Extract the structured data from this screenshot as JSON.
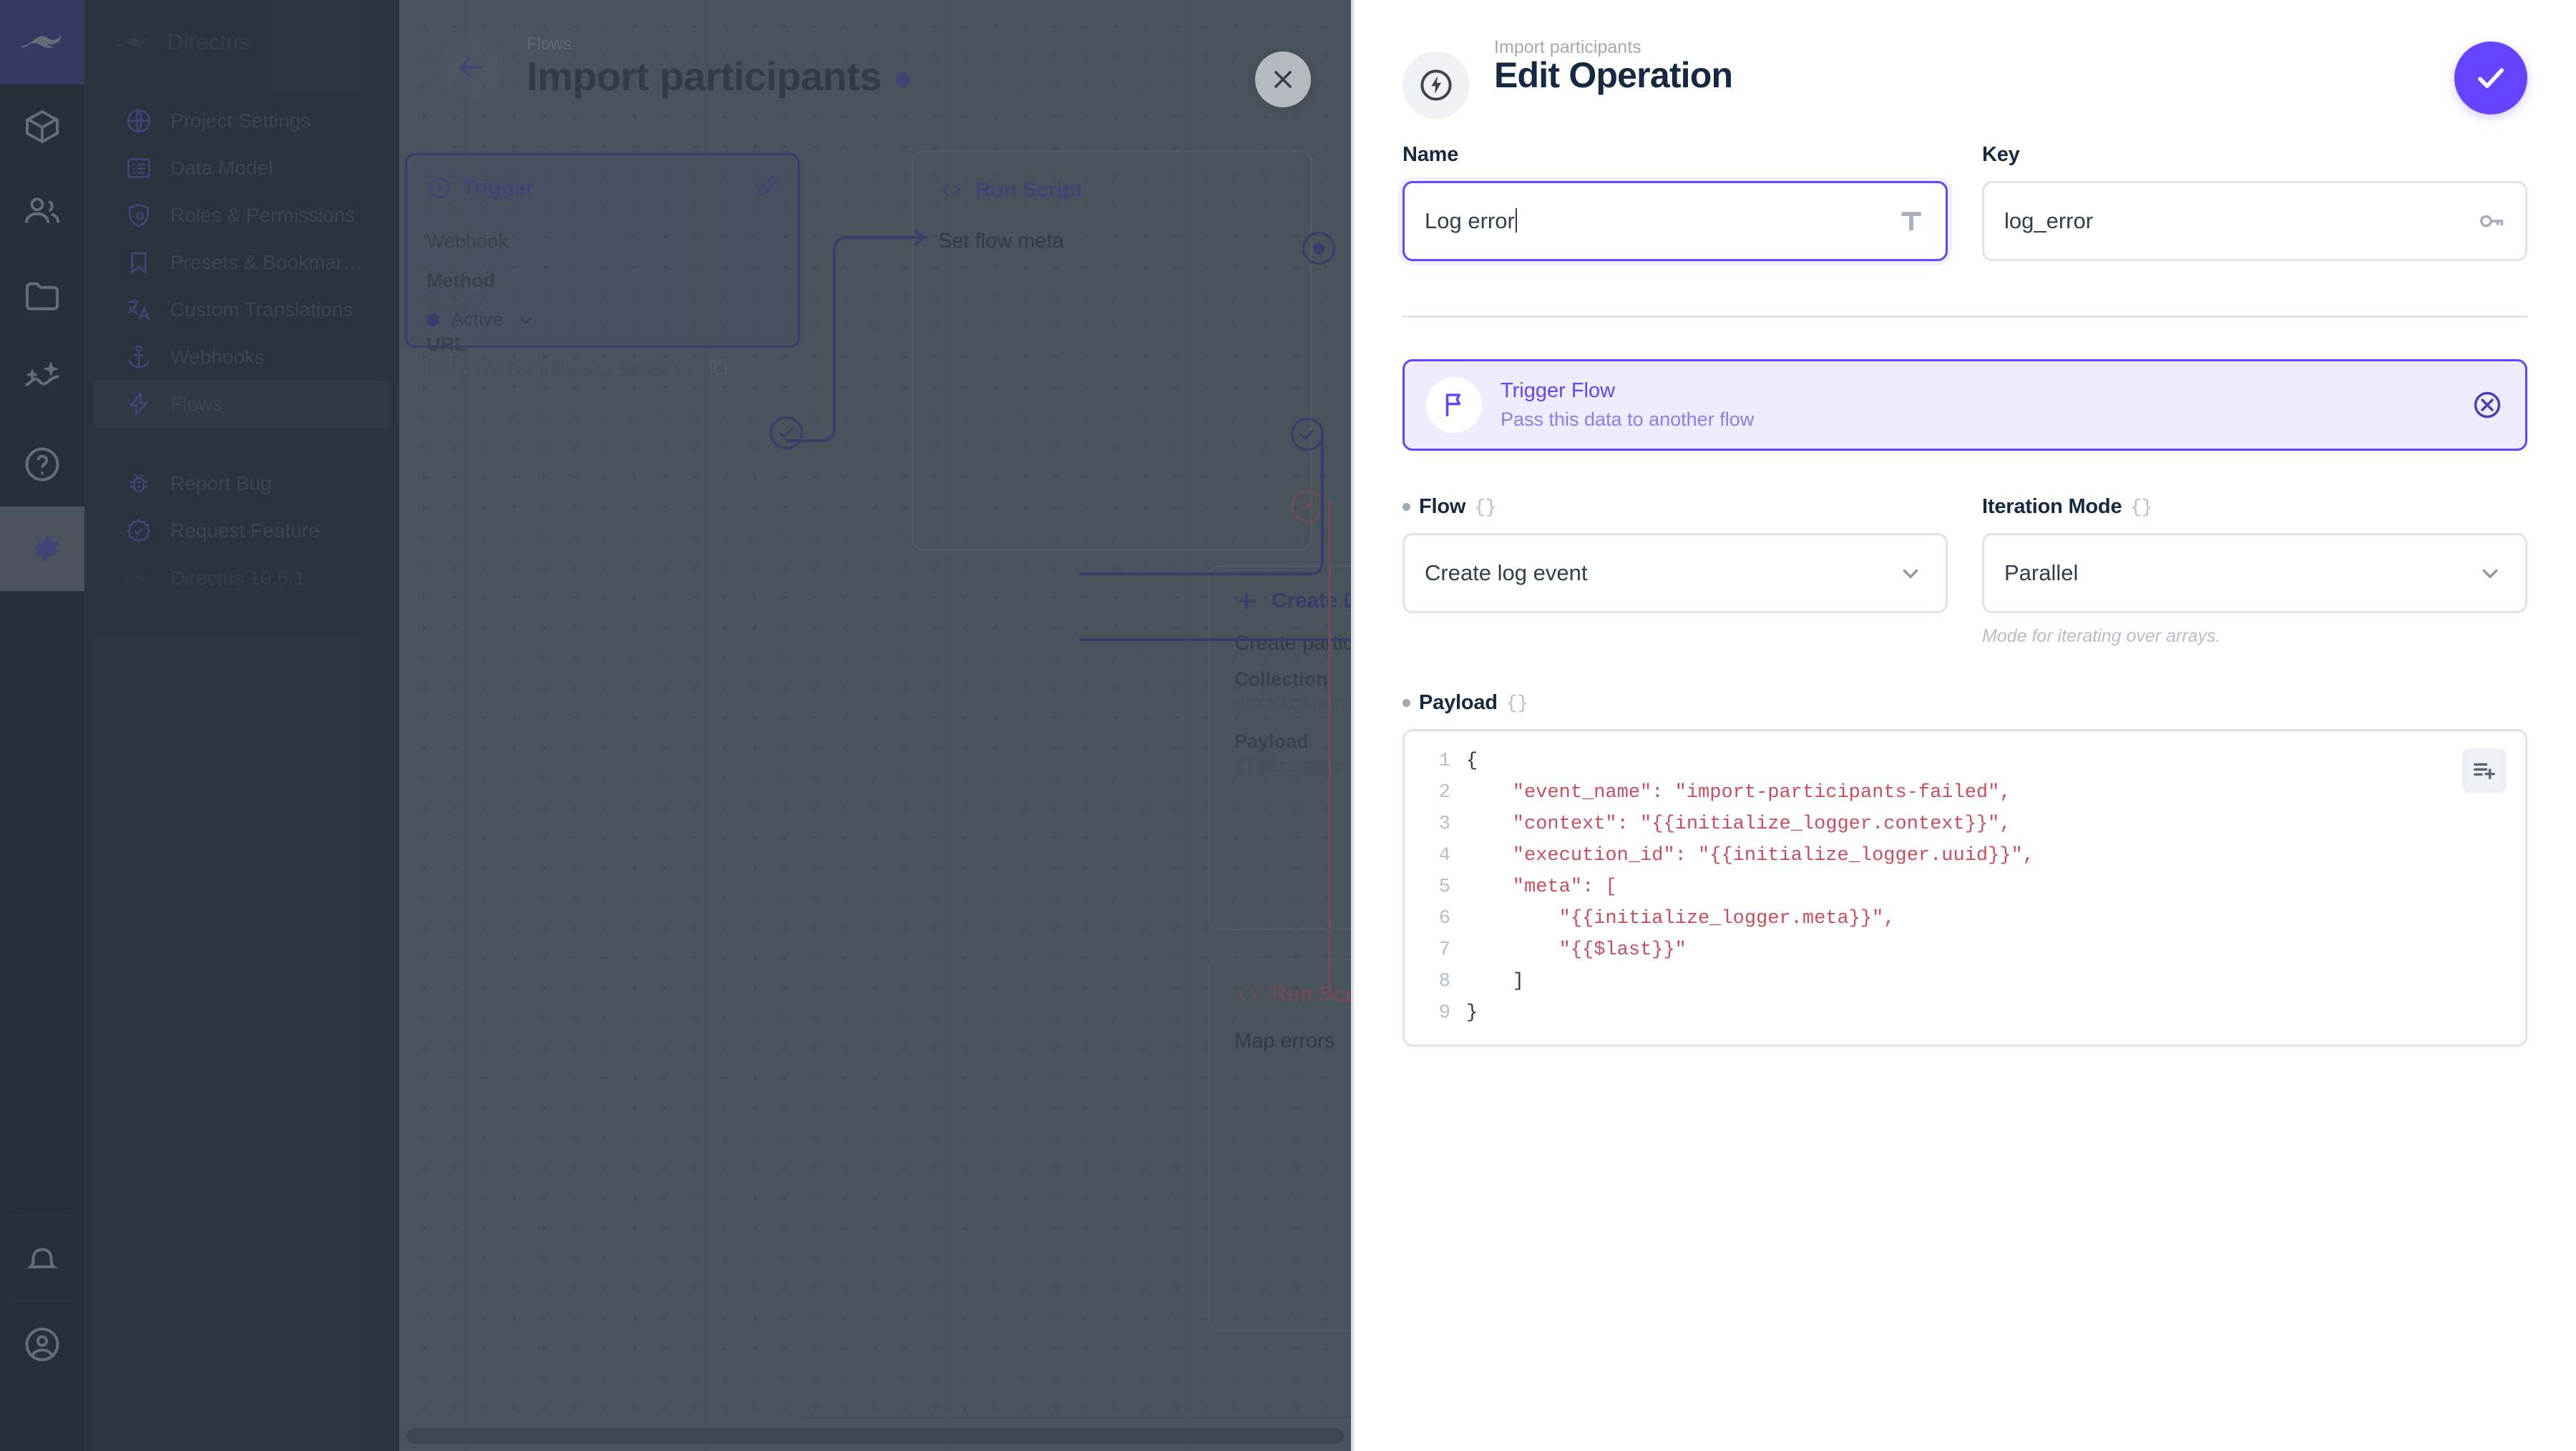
{
  "colors": {
    "accent": "#6644ff",
    "drawer_bg": "#ffffff",
    "canvas_bg": "#5a636b",
    "rail_bg": "#263238",
    "nav_bg": "#2e3740",
    "code_string": "#c94f5e",
    "trigger_flow_panel_bg": "#f0ecff"
  },
  "rail": {
    "logo": "directus-rabbit-logo",
    "items": [
      {
        "name": "content",
        "icon": "box-icon",
        "active": false
      },
      {
        "name": "users",
        "icon": "people-icon",
        "active": false
      },
      {
        "name": "files",
        "icon": "folder-icon",
        "active": false
      },
      {
        "name": "insights",
        "icon": "insights-icon",
        "active": false
      },
      {
        "name": "docs",
        "icon": "help-circle-icon",
        "active": false
      },
      {
        "name": "settings",
        "icon": "gear-icon",
        "active": true
      }
    ],
    "bottom": [
      {
        "name": "notifications",
        "icon": "bell-icon"
      },
      {
        "name": "account",
        "icon": "account-circle-icon"
      }
    ]
  },
  "sidebar": {
    "brand": "Directus",
    "items": [
      {
        "label": "Project Settings",
        "icon": "public-globe-icon",
        "selected": false
      },
      {
        "label": "Data Model",
        "icon": "list-alt-icon",
        "selected": false
      },
      {
        "label": "Roles & Permissions",
        "icon": "admin-shield-icon",
        "selected": false
      },
      {
        "label": "Presets & Bookmar…",
        "icon": "bookmark-icon",
        "selected": false
      },
      {
        "label": "Custom Translations",
        "icon": "translate-icon",
        "selected": false
      },
      {
        "label": "Webhooks",
        "icon": "anchor-icon",
        "selected": false
      },
      {
        "label": "Flows",
        "icon": "bolt-icon",
        "selected": true
      }
    ],
    "footer_items": [
      {
        "label": "Report Bug",
        "icon": "bug-report-icon"
      },
      {
        "label": "Request Feature",
        "icon": "verified-icon"
      }
    ],
    "version": "Directus 10.6.1",
    "version_icon": "directus-rabbit-logo"
  },
  "editor": {
    "breadcrumb": "Flows",
    "title": "Import participants",
    "back_icon": "arrow-left-icon",
    "status_dot": "active-dot",
    "close_icon": "close-icon",
    "nodes": [
      {
        "name": "trigger",
        "header": "Trigger",
        "header_icon": "bolt-circle-icon",
        "edit_icon": "pencil-icon",
        "rows": [
          {
            "key": "Webhook",
            "value": ""
          },
          {
            "key": "Method",
            "value": "POST"
          },
          {
            "key": "URL",
            "value": "http://localhost:8056/f…"
          }
        ],
        "copy_icon": "copy-icon",
        "status": "Active",
        "status_chevron": "chevron-down-icon"
      },
      {
        "name": "run-script-set-flow-meta",
        "header": "Run Script",
        "header_icon": "code-brackets-icon",
        "edit_icon": "pencil-icon",
        "more_icon": "more-vert-icon",
        "subtitle": "Set flow meta"
      },
      {
        "name": "create-data-create-participants",
        "header": "Create Data",
        "header_icon": "plus-icon",
        "subtitle": "Create participan…",
        "rows": [
          {
            "key": "Collection",
            "value": "participants"
          },
          {
            "key": "Payload",
            "value": "{{$trigger.bod…"
          }
        ]
      },
      {
        "name": "run-script-map-errors",
        "header": "Run Script",
        "header_icon": "code-brackets-icon",
        "subtitle": "Map errors"
      }
    ]
  },
  "drawer": {
    "breadcrumb": "Import participants",
    "title": "Edit Operation",
    "header_icon": "bolt-circle-icon",
    "save_icon": "check-icon",
    "fields": {
      "name": {
        "label": "Name",
        "value": "Log error",
        "icon": "text-format-icon",
        "focused": true
      },
      "key": {
        "label": "Key",
        "value": "log_error",
        "icon": "key-icon",
        "focused": false
      }
    },
    "operation_card": {
      "icon": "flag-icon",
      "title": "Trigger Flow",
      "subtitle": "Pass this data to another flow",
      "remove_icon": "cancel-circle-icon"
    },
    "flow": {
      "label": "Flow",
      "braces": "{}",
      "required": true,
      "value": "Create log event",
      "chevron": "chevron-down-icon"
    },
    "iteration_mode": {
      "label": "Iteration Mode",
      "braces": "{}",
      "required": false,
      "value": "Parallel",
      "chevron": "chevron-down-icon",
      "hint": "Mode for iterating over arrays."
    },
    "payload": {
      "label": "Payload",
      "braces": "{}",
      "required": true,
      "insert_icon": "playlist-add-icon",
      "lines": [
        {
          "n": "1",
          "text": "{",
          "punc": true
        },
        {
          "n": "2",
          "text": "    \"event_name\": \"import-participants-failed\",",
          "punc": false
        },
        {
          "n": "3",
          "text": "    \"context\": \"{{initialize_logger.context}}\",",
          "punc": false
        },
        {
          "n": "4",
          "text": "    \"execution_id\": \"{{initialize_logger.uuid}}\",",
          "punc": false
        },
        {
          "n": "5",
          "text": "    \"meta\": [",
          "punc": false
        },
        {
          "n": "6",
          "text": "        \"{{initialize_logger.meta}}\",",
          "punc": false
        },
        {
          "n": "7",
          "text": "        \"{{$last}}\"",
          "punc": false
        },
        {
          "n": "8",
          "text": "    ]",
          "punc": true
        },
        {
          "n": "9",
          "text": "}",
          "punc": true
        }
      ]
    }
  }
}
